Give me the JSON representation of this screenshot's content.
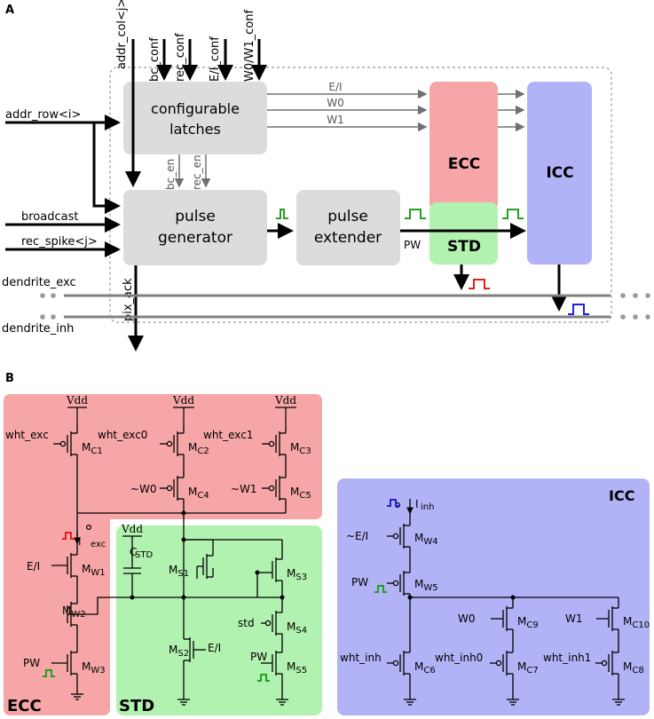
{
  "panel_a": {
    "label": "A",
    "inputs": {
      "addr_col": "addr_col<j>",
      "bc_conf": "bc_conf",
      "rec_conf": "rec_conf",
      "ei_conf": "E/I_conf",
      "w_conf": "W0/W1_conf",
      "addr_row": "addr_row<i>",
      "broadcast": "broadcast",
      "rec_spike": "rec_spike<j>",
      "dendrite_exc": "dendrite_exc",
      "dendrite_inh": "dendrite_inh",
      "pix_ack": "pix_ack"
    },
    "blocks": {
      "latches_line1": "configurable",
      "latches_line2": "latches",
      "pulse_gen_line1": "pulse",
      "pulse_gen_line2": "generator",
      "extender_line1": "pulse",
      "extender_line2": "extender",
      "ecc": "ECC",
      "std": "STD",
      "icc": "ICC"
    },
    "signals": {
      "ei": "E/I",
      "w0": "W0",
      "w1": "W1",
      "bc_en": "bc_en",
      "rec_en": "rec_en",
      "pw": "PW"
    }
  },
  "panel_b": {
    "label": "B",
    "sections": {
      "ecc": "ECC",
      "std": "STD",
      "icc": "ICC"
    },
    "supply": "Vdd",
    "ecc_labels": {
      "wht_exc": "wht_exc",
      "wht_exc0": "wht_exc0",
      "wht_exc1": "wht_exc1",
      "nw0": "~W0",
      "nw1": "~W1",
      "ei": "E/I",
      "pw": "PW",
      "iexc": "exc"
    },
    "std_labels": {
      "cstd": "STD",
      "std": "std",
      "ei": "E/I",
      "pw": "PW"
    },
    "icc_labels": {
      "iinh": "inh",
      "nei": "~E/I",
      "pw": "PW",
      "w0": "W0",
      "w1": "W1",
      "wht_inh": "wht_inh",
      "wht_inh0": "wht_inh0",
      "wht_inh1": "wht_inh1"
    },
    "transistors": {
      "c1": "C1",
      "c2": "C2",
      "c3": "C3",
      "c4": "C4",
      "c5": "C5",
      "w1": "W1",
      "w2": "W2",
      "w3": "W3",
      "s1": "S1",
      "s2": "S2",
      "s3": "S3",
      "s4": "S4",
      "s5": "S5",
      "w4": "W4",
      "w5": "W5",
      "c6": "C6",
      "c7": "C7",
      "c8": "C8",
      "c9": "C9",
      "c10": "C10"
    }
  },
  "colors": {
    "latch_gray": "#dcdcdc",
    "ecc_red": "#f6a6a6",
    "std_green": "#b2f2b0",
    "icc_blue": "#b2b2f7",
    "pulse_green": "#22a022",
    "pulse_red": "#e02020",
    "pulse_blue": "#2020e0",
    "wire_gray": "#808080"
  },
  "icons": [
    "pulse-icon",
    "arrow-icon",
    "transistor-symbol",
    "ground-symbol",
    "capacitor-symbol"
  ]
}
